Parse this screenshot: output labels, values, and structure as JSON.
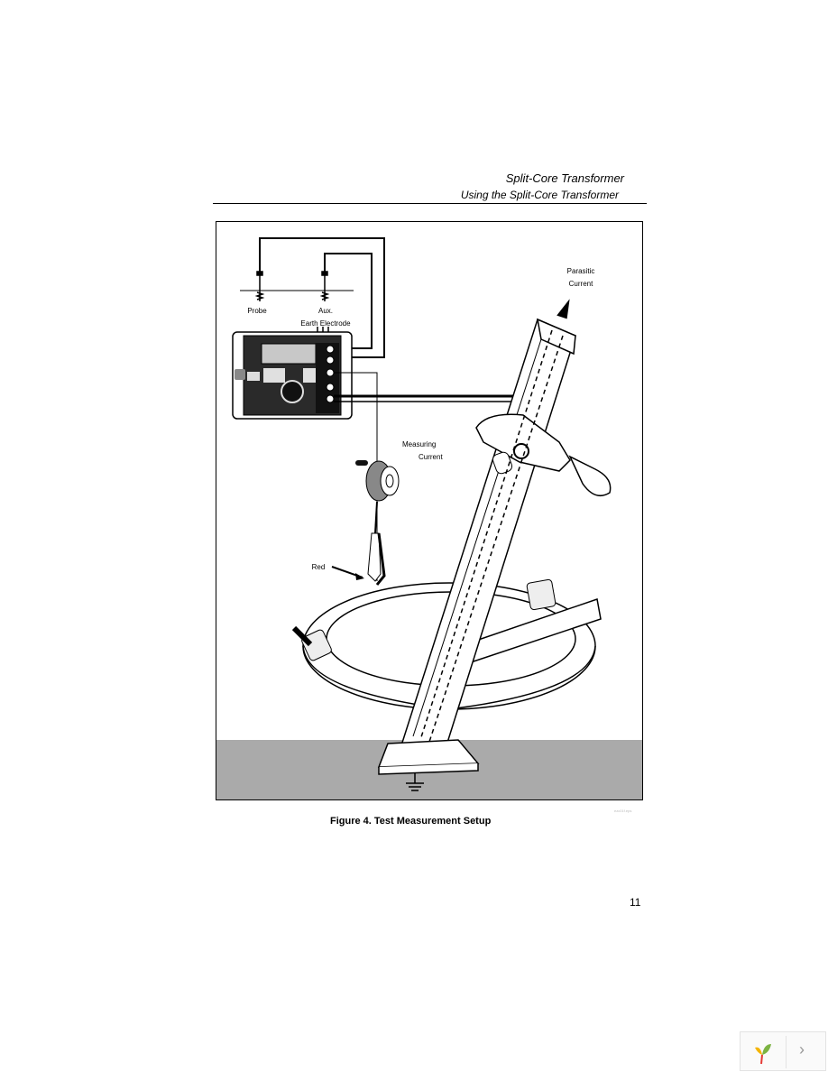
{
  "header": {
    "title": "Split-Core Transformer",
    "subtitle": "Using the Split-Core Transformer"
  },
  "figure": {
    "labels": {
      "probe": "Probe",
      "aux_line1": "Aux.",
      "aux_line2": "Earth Electrode",
      "parasitic_line1": "Parasitic",
      "parasitic_line2": "Current",
      "measuring_line1": "Measuring",
      "measuring_line2": "Current",
      "red": "Red"
    },
    "caption": "Figure 4. Test Measurement Setup",
    "figure_id": "ezc01f.eps"
  },
  "page_number": "11",
  "icons": [
    "ground-icon",
    "viewer-logo-icon",
    "next-page-icon"
  ]
}
